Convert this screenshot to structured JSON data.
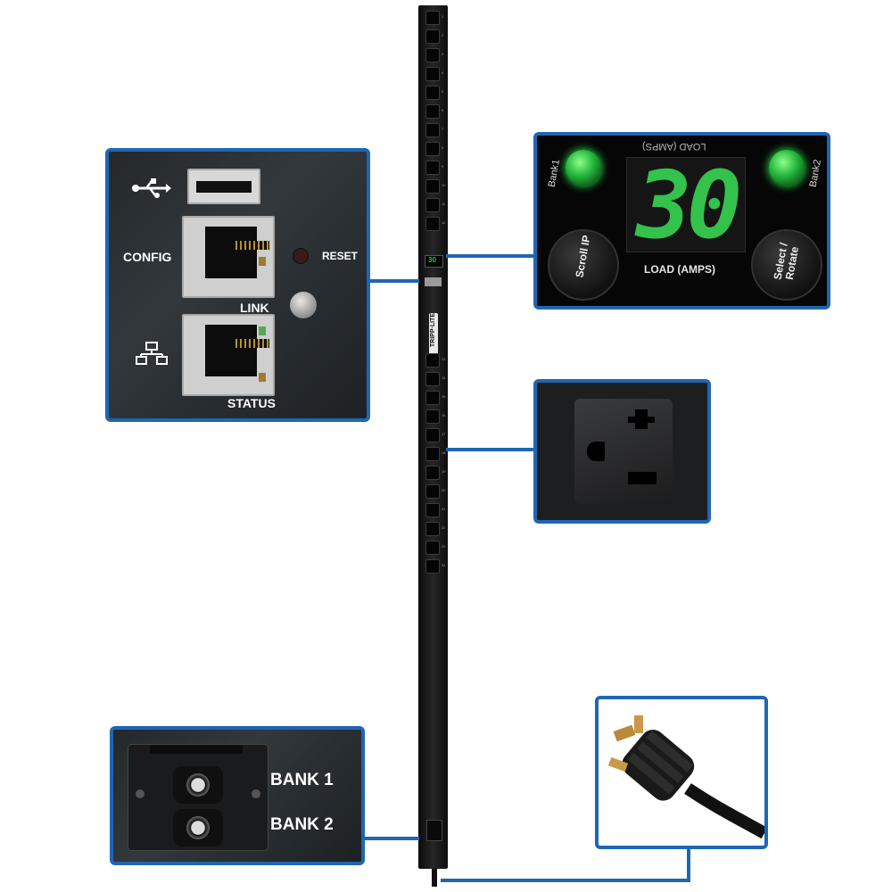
{
  "control_panel": {
    "config_label": "CONFIG",
    "reset_label": "RESET",
    "link_label": "LINK",
    "status_label": "STATUS",
    "usb_icon": "usb-icon",
    "network_icon": "network-icon"
  },
  "display_panel": {
    "bank1_label": "Bank1",
    "bank2_label": "Bank2",
    "load_value": "30",
    "load_label": "LOAD (AMPS)",
    "load_label_mirrored": "LOAD (AMPS)",
    "scroll_label": "Scroll IP",
    "select_label": "Select / Rotate",
    "led_color": "#2fbf4a",
    "digit_color": "#33c24c"
  },
  "breaker_panel": {
    "bank1_label": "BANK 1",
    "bank2_label": "BANK 2"
  },
  "pdu": {
    "brand": "TRIPP·LITE",
    "outlets_top": [
      "1",
      "2",
      "3",
      "4",
      "5",
      "6",
      "7",
      "8",
      "9",
      "10",
      "11",
      "12"
    ],
    "outlets_bottom": [
      "13",
      "14",
      "15",
      "16",
      "17",
      "18",
      "19",
      "20",
      "21",
      "22",
      "23",
      "24"
    ],
    "mini_display": "30"
  },
  "colors": {
    "accent": "#1f66b3"
  }
}
